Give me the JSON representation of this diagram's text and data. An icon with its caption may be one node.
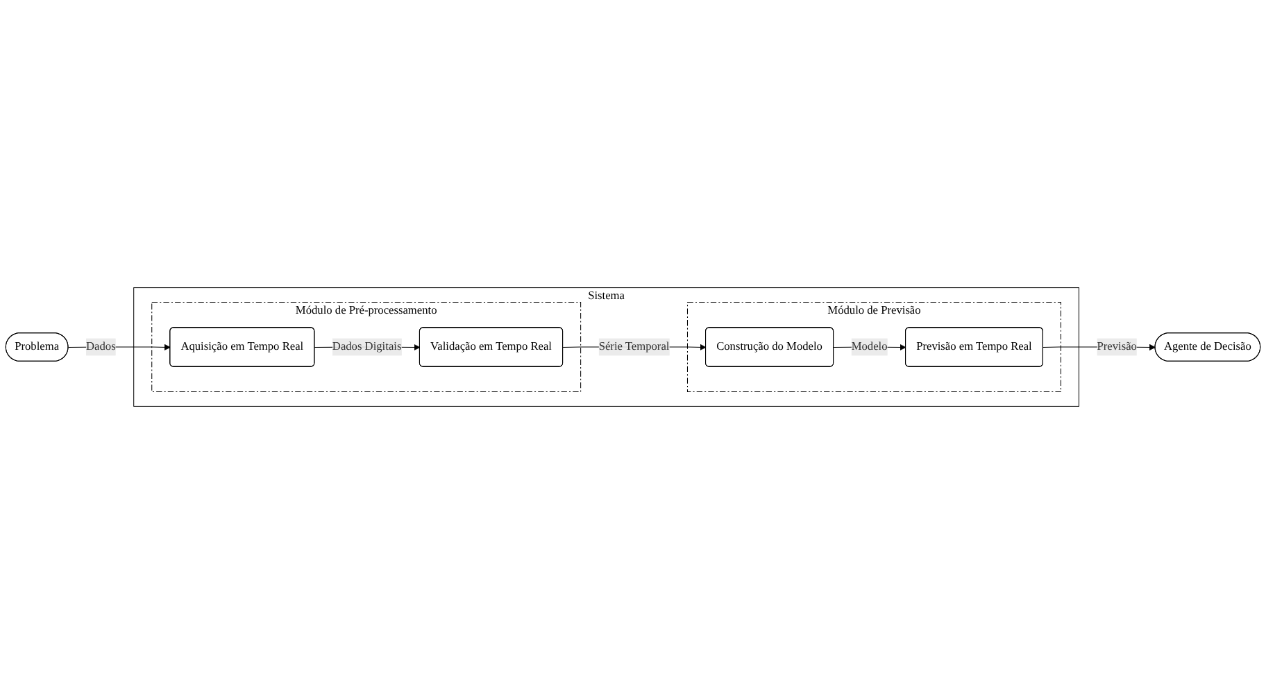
{
  "diagram": {
    "nodes": [
      {
        "text": [
          "Problema"
        ]
      },
      {
        "text": [
          "Sistema"
        ]
      },
      {
        "text": [
          "Módulo de Pré-processamento"
        ],
        "in": 1
      },
      {
        "text": [
          "Aquisição em Tempo Real"
        ],
        "in": 2
      },
      {
        "text": [
          "Validação em Tempo Real"
        ],
        "in": 2
      },
      {
        "text": [
          "Módulo de Previsão"
        ],
        "in": 1
      },
      {
        "text": [
          "Previsão em Tempo Real"
        ],
        "in": 5
      },
      {
        "text": [
          "Construção do Modelo"
        ],
        "in": 5
      },
      {
        "text": [
          "Agente de Decisão"
        ]
      }
    ],
    "edges": [
      {
        "from": 0,
        "to": 3,
        "arrow": "to",
        "label": "Dados"
      },
      {
        "from": 3,
        "to": 4,
        "arrow": "to",
        "label": "Dados Digitais"
      },
      {
        "from": 4,
        "to": 7,
        "arrow": "to",
        "label": "Série Temporal"
      },
      {
        "from": 7,
        "to": 6,
        "arrow": "to",
        "label": "Modelo"
      },
      {
        "from": 6,
        "to": 8,
        "arrow": "to",
        "label": "Previsão"
      }
    ]
  }
}
